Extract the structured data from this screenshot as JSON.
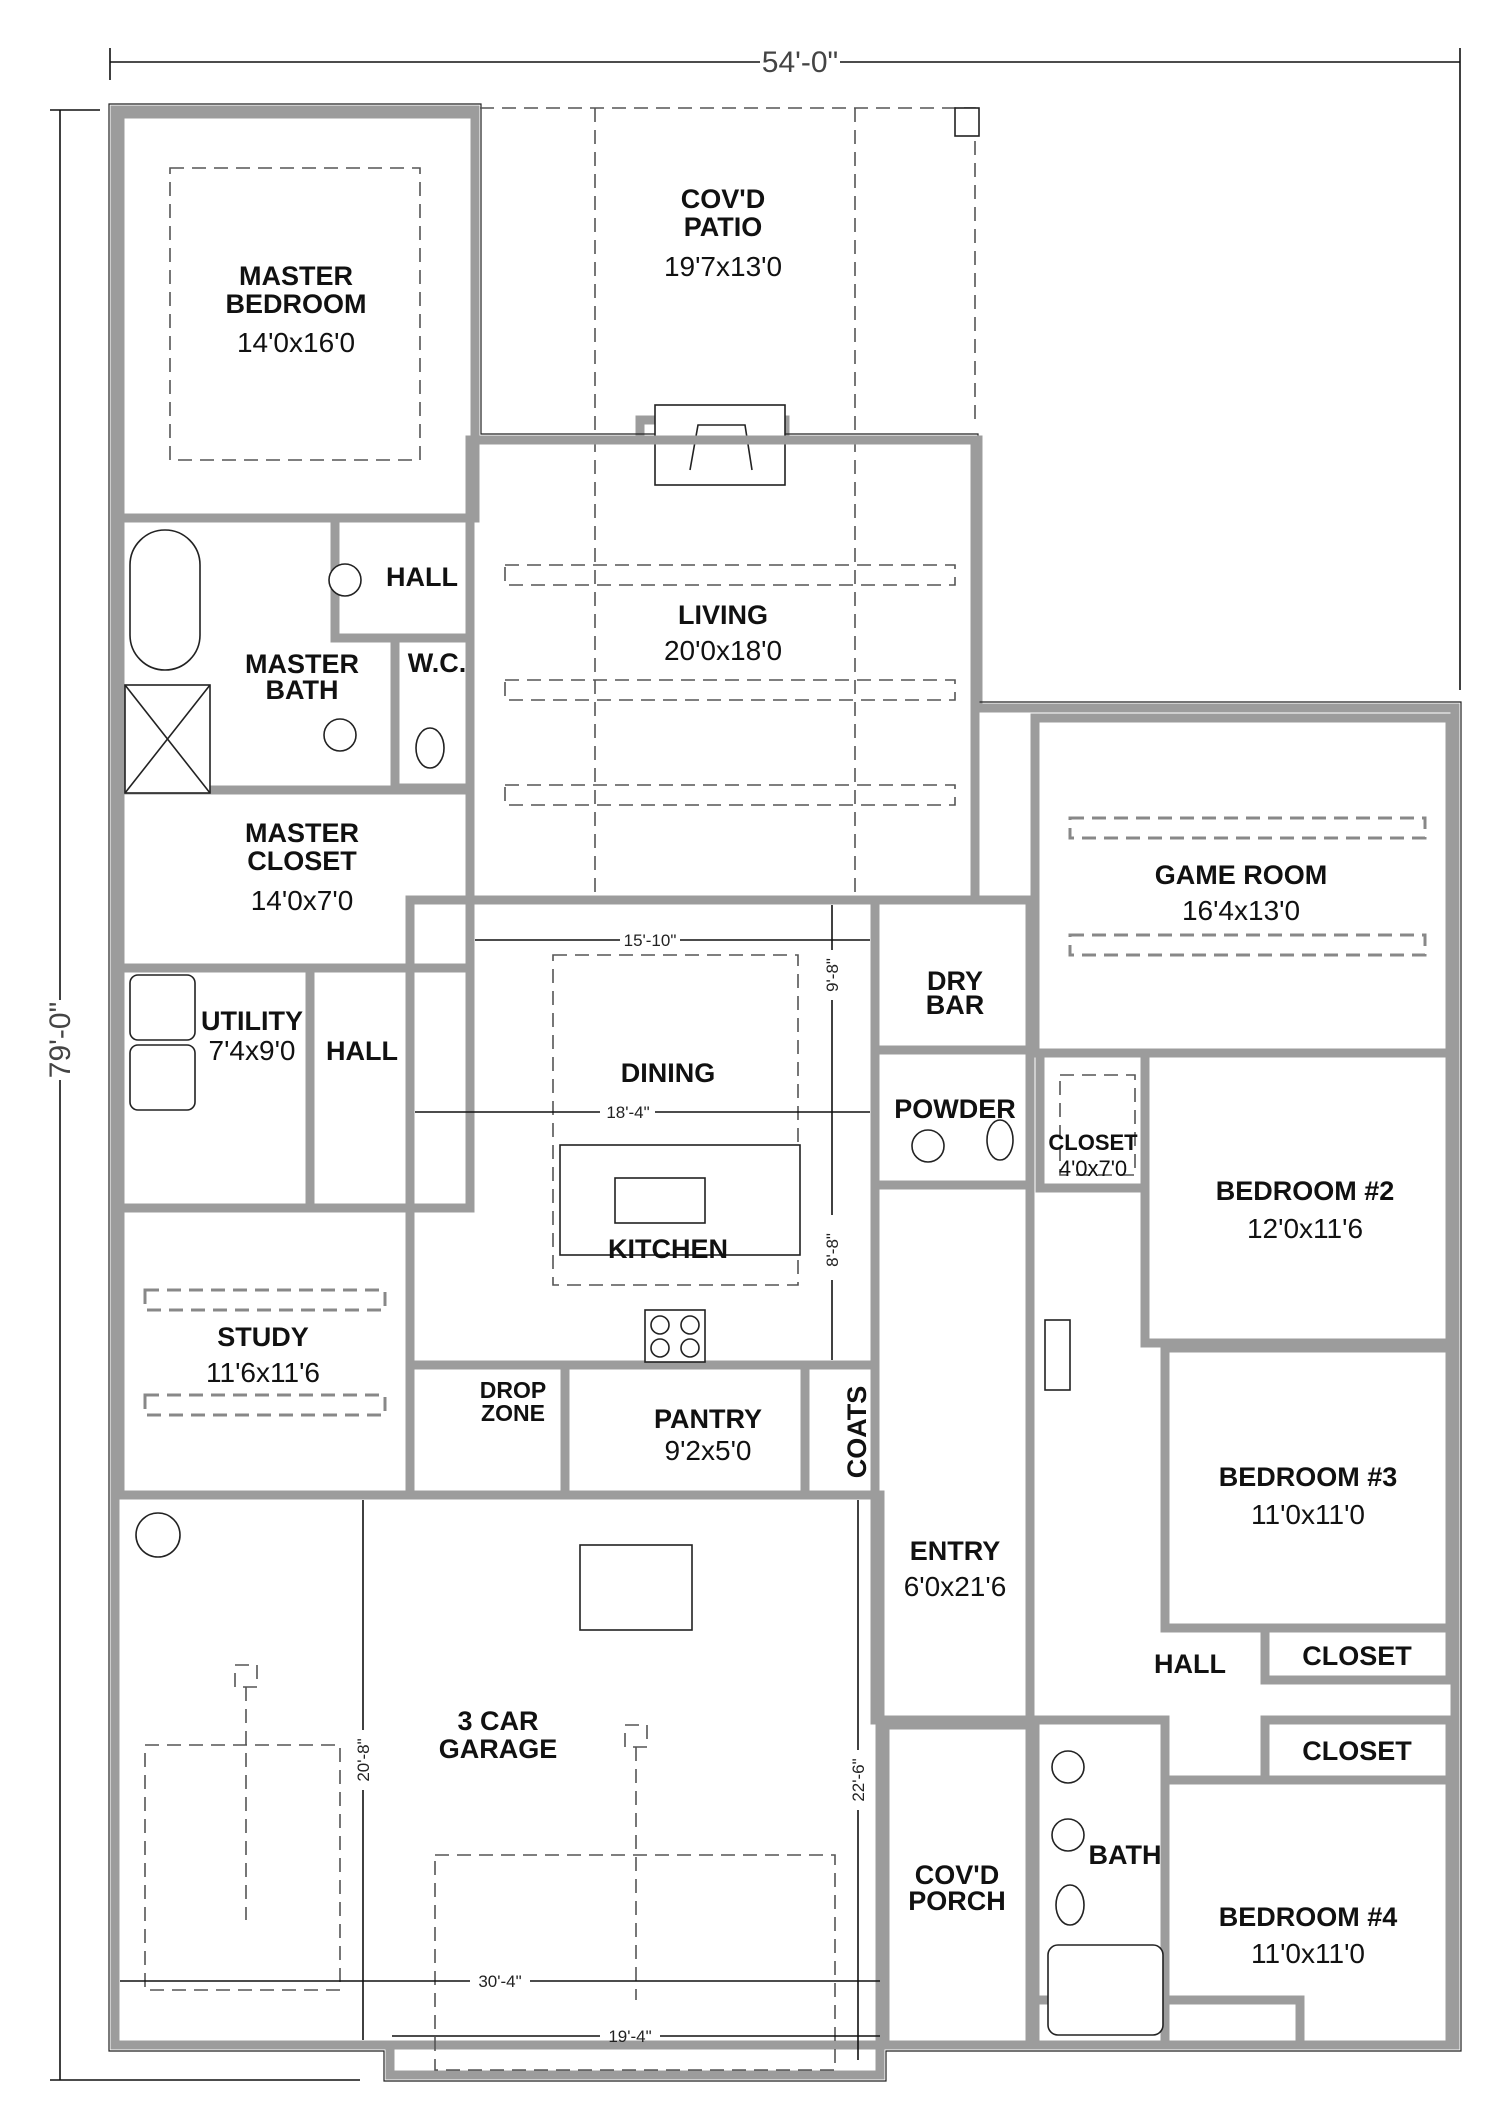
{
  "overall_dimensions": {
    "width": "54'-0\"",
    "depth": "79'-0\""
  },
  "rooms": {
    "master_bedroom": {
      "name_line1": "MASTER",
      "name_line2": "BEDROOM",
      "size": "14'0x16'0"
    },
    "covd_patio": {
      "name_line1": "COV'D",
      "name_line2": "PATIO",
      "size": "19'7x13'0"
    },
    "hall_master": {
      "name": "HALL"
    },
    "living": {
      "name": "LIVING",
      "size": "20'0x18'0"
    },
    "master_bath": {
      "name_line1": "MASTER",
      "name_line2": "BATH"
    },
    "wc": {
      "name": "W.C."
    },
    "master_closet": {
      "name_line1": "MASTER",
      "name_line2": "CLOSET",
      "size": "14'0x7'0"
    },
    "game_room": {
      "name": "GAME ROOM",
      "size": "16'4x13'0"
    },
    "dry_bar": {
      "name_line1": "DRY",
      "name_line2": "BAR"
    },
    "utility": {
      "name": "UTILITY",
      "size": "7'4x9'0"
    },
    "hall_utility": {
      "name": "HALL"
    },
    "dining": {
      "name": "DINING"
    },
    "powder": {
      "name": "POWDER"
    },
    "closet_bed2": {
      "name": "CLOSET",
      "size": "4'0x7'0"
    },
    "bedroom2": {
      "name": "BEDROOM #2",
      "size": "12'0x11'6"
    },
    "kitchen": {
      "name": "KITCHEN"
    },
    "study": {
      "name": "STUDY",
      "size": "11'6x11'6"
    },
    "drop_zone": {
      "name_line1": "DROP",
      "name_line2": "ZONE"
    },
    "pantry": {
      "name": "PANTRY",
      "size": "9'2x5'0"
    },
    "coats": {
      "name": "COATS"
    },
    "bedroom3": {
      "name": "BEDROOM #3",
      "size": "11'0x11'0"
    },
    "entry": {
      "name": "ENTRY",
      "size": "6'0x21'6"
    },
    "closet_a": {
      "name": "CLOSET"
    },
    "closet_b": {
      "name": "CLOSET"
    },
    "hall_bedrooms": {
      "name": "HALL"
    },
    "garage": {
      "name_line1": "3 CAR",
      "name_line2": "GARAGE"
    },
    "bath": {
      "name": "BATH"
    },
    "covd_porch": {
      "name_line1": "COV'D",
      "name_line2": "PORCH"
    },
    "bedroom4": {
      "name": "BEDROOM #4",
      "size": "11'0x11'0"
    }
  },
  "dimensions": {
    "living_dining_width": "15'-10\"",
    "dining_depth": "9'-8\"",
    "kitchen_width": "18'-4\"",
    "kitchen_depth": "8'-8\"",
    "garage_left_depth": "20'-8\"",
    "garage_right_depth": "22'-6\"",
    "garage_width_total": "30'-4\"",
    "garage_width_inner": "19'-4\""
  }
}
